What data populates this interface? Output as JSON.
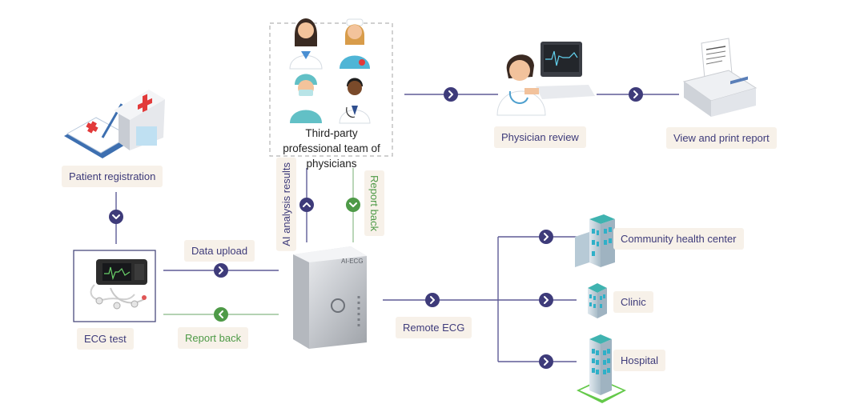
{
  "nodes": {
    "patient_registration": "Patient registration",
    "ecg_test": "ECG test",
    "third_party_team": "Third-party professional team of physicians",
    "physician_review": "Physician review",
    "view_print_report": "View and print report",
    "community_health_center": "Community health center",
    "clinic": "Clinic",
    "hospital": "Hospital",
    "ai_ecg_device": "AI-ECG"
  },
  "edges": {
    "data_upload": "Data upload",
    "report_back_horizontal": "Report back",
    "ai_analysis_results": "AI analysis results",
    "report_back_vertical": "Report back",
    "remote_ecg": "Remote ECG"
  },
  "colors": {
    "primary": "#3e3b7a",
    "accent_green": "#4e9a47",
    "label_bg": "#f7f1e9",
    "line_blue": "#5e5c96",
    "line_green": "#9cc49a"
  }
}
